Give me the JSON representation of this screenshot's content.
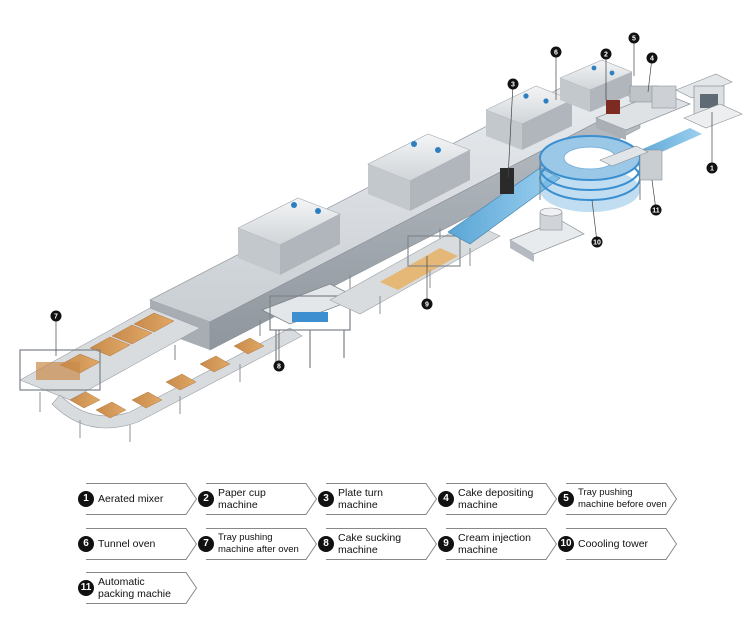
{
  "callouts": [
    "1",
    "2",
    "3",
    "4",
    "5",
    "6",
    "7",
    "8",
    "9",
    "10",
    "11"
  ],
  "legend": [
    {
      "num": "1",
      "label": "Aerated mixer"
    },
    {
      "num": "2",
      "label": "Paper  cup\nmachine"
    },
    {
      "num": "3",
      "label": "Plate turn\nmachine"
    },
    {
      "num": "4",
      "label": "Cake depositing\nmachine"
    },
    {
      "num": "5",
      "label": "Tray pushing\nmachine before oven"
    },
    {
      "num": "6",
      "label": "Tunnel oven"
    },
    {
      "num": "7",
      "label": "Tray pushing\nmachine after oven"
    },
    {
      "num": "8",
      "label": "Cake sucking\nmachine"
    },
    {
      "num": "9",
      "label": "Cream injection\nmachine"
    },
    {
      "num": "10",
      "label": "Coooling tower"
    },
    {
      "num": "11",
      "label": "Automatic\npacking machie"
    }
  ]
}
